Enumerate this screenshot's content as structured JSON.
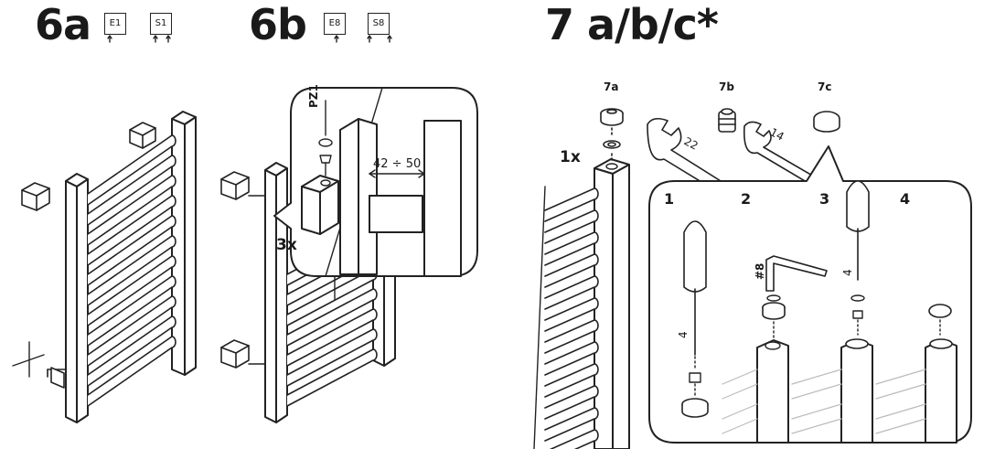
{
  "section_6a": {
    "title": "6a",
    "tags": [
      "E1",
      "S1"
    ]
  },
  "section_6b": {
    "title": "6b",
    "tags": [
      "E8",
      "S8"
    ],
    "tool": "PZ1",
    "distance": "42 ÷ 50",
    "count": "3x"
  },
  "section_7": {
    "title": "7 a/b/c*",
    "variants": [
      "7a",
      "7b",
      "7c"
    ],
    "count": "1x",
    "wrench_sizes": [
      "22",
      "14"
    ],
    "steps": [
      "1",
      "2",
      "3",
      "4"
    ],
    "hex_key": "#8",
    "screwdriver_size": "4",
    "screwdriver_size_2": "4"
  },
  "colors": {
    "line": "#222222",
    "background": "#ffffff"
  }
}
